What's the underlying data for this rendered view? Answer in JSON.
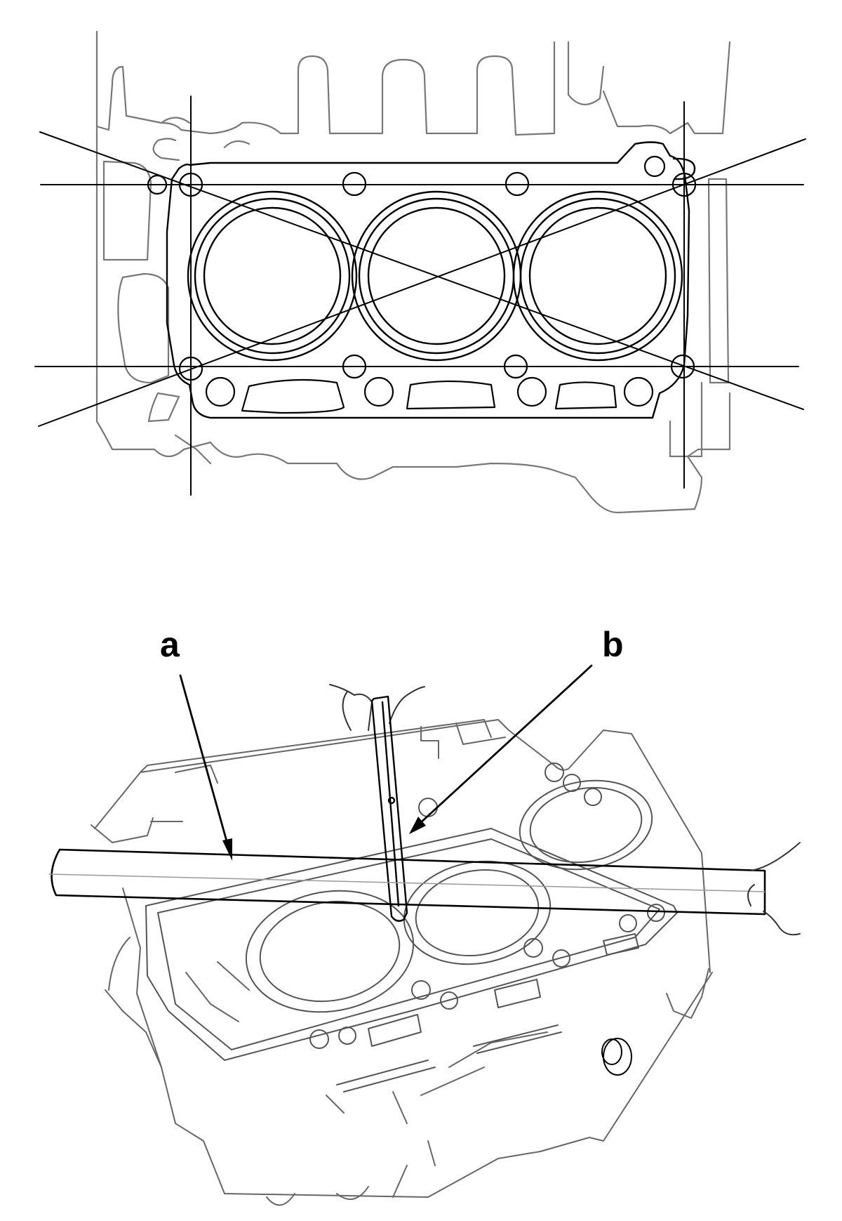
{
  "figure": {
    "callouts": [
      {
        "id": "a",
        "label": "a"
      },
      {
        "id": "b",
        "label": "b"
      }
    ]
  },
  "colors": {
    "line": "#000000",
    "faint_line": "#888888",
    "background": "#ffffff"
  }
}
